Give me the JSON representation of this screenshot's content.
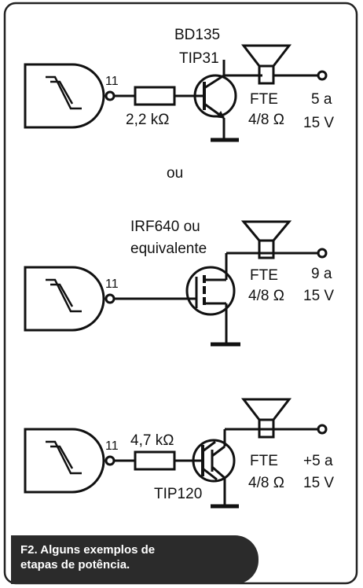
{
  "circuit1": {
    "transistor_label_1": "BD135",
    "transistor_label_2": "TIP31",
    "pin": "11",
    "resistor": "2,2 kΩ",
    "speaker": "FTE",
    "impedance": "4/8 Ω",
    "voltage_1": "5 a",
    "voltage_2": "15 V"
  },
  "separator": "ou",
  "circuit2": {
    "transistor_label_1": "IRF640 ou",
    "transistor_label_2": "equivalente",
    "pin": "11",
    "speaker": "FTE",
    "impedance": "4/8 Ω",
    "voltage_1": "9 a",
    "voltage_2": "15 V"
  },
  "circuit3": {
    "pin": "11",
    "resistor": "4,7 kΩ",
    "transistor_label": "TIP120",
    "speaker": "FTE",
    "impedance": "4/8 Ω",
    "voltage_1": "+5 a",
    "voltage_2": "15 V"
  },
  "caption": {
    "line1": "F2. Alguns exemplos de",
    "line2": "etapas de potência."
  }
}
